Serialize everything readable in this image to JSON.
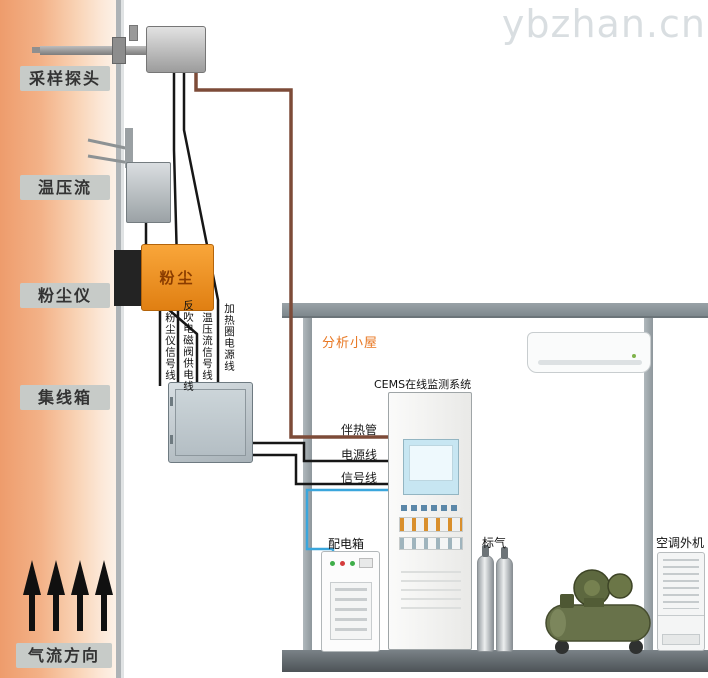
{
  "watermark": "ybzhan.cn",
  "stack": {
    "label_probe": "采样探头",
    "label_temp_flow": "温压流",
    "label_dust": "粉尘仪",
    "label_junction": "集线箱",
    "label_airflow": "气流方向",
    "dust_meter_text": "粉尘"
  },
  "cables": {
    "dust_signal": "粉尘仪信号线",
    "blowback_valve_power": "反吹电磁阀供电线",
    "temp_flow_signal": "温压流信号线",
    "heater_ring_power": "加热圈电源线",
    "heat_trace_pipe": "伴热管",
    "power_line": "电源线",
    "signal_line": "信号线"
  },
  "shelter": {
    "title": "分析小屋",
    "cems_system": "CEMS在线监测系统",
    "power_distribution_box": "配电箱",
    "standard_gas": "标气",
    "ac_outdoor_unit": "空调外机"
  },
  "colors": {
    "stack_orange": "#ee9c6c",
    "dust_meter_orange": "#f09424",
    "heat_trace_brown": "#7d4b38",
    "sample_line_blue": "#3aa6dc",
    "shelter_title_orange": "#e87722",
    "label_bg_gray": "#c7cbc8"
  }
}
